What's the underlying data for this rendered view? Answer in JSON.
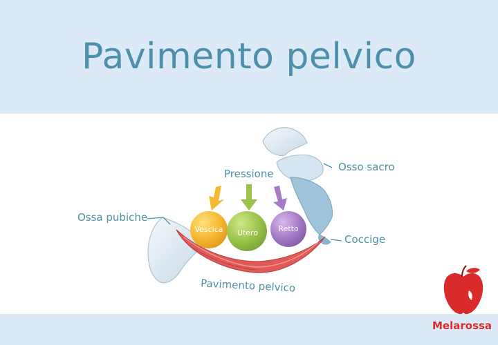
{
  "title": "Pavimento pelvico",
  "labels": {
    "pressure": "Pressione",
    "pubic_bones": "Ossa pubiche",
    "sacrum": "Osso sacro",
    "coccyx": "Coccige",
    "pelvic_floor": "Pavimento pelvico"
  },
  "organs": {
    "bladder": "Vescica",
    "uterus": "Utero",
    "rectum": "Retto"
  },
  "colors": {
    "title": "#4e8fa9",
    "background": "#dbeaf6",
    "bladder": "#f5b830",
    "uterus": "#9bc34b",
    "rectum": "#a57ac7",
    "muscle": "#e05a58",
    "bone": "#e4eef4",
    "brand": "#d92b2b"
  },
  "logo": {
    "brand": "Melarossa",
    "icon": "apple-icon"
  }
}
